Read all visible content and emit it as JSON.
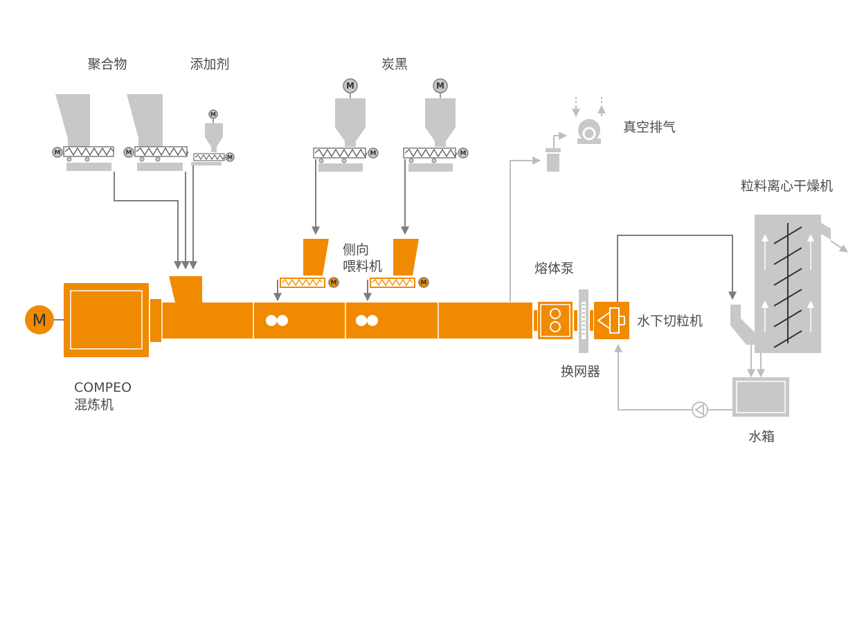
{
  "labels": {
    "polymer": "聚合物",
    "additive": "添加剂",
    "carbon_black": "炭黑",
    "vacuum_degassing": "真空排气",
    "side_feeder_line1": "侧向",
    "side_feeder_line2": "喂料机",
    "melt_pump": "熔体泵",
    "screen_changer": "换网器",
    "underwater_pelletizer": "水下切粒机",
    "centrifugal_dryer": "粒料离心干燥机",
    "water_tank": "水箱",
    "compounder_line1": "COMPEO",
    "compounder_line2": "混炼机"
  },
  "motor_symbol": "M",
  "colors": {
    "orange": "#F08A00",
    "gray_fill": "#C8C8C8",
    "gray_line": "#7D7D7D",
    "light_line": "#BEBEBE",
    "text": "#4A4A4A"
  }
}
